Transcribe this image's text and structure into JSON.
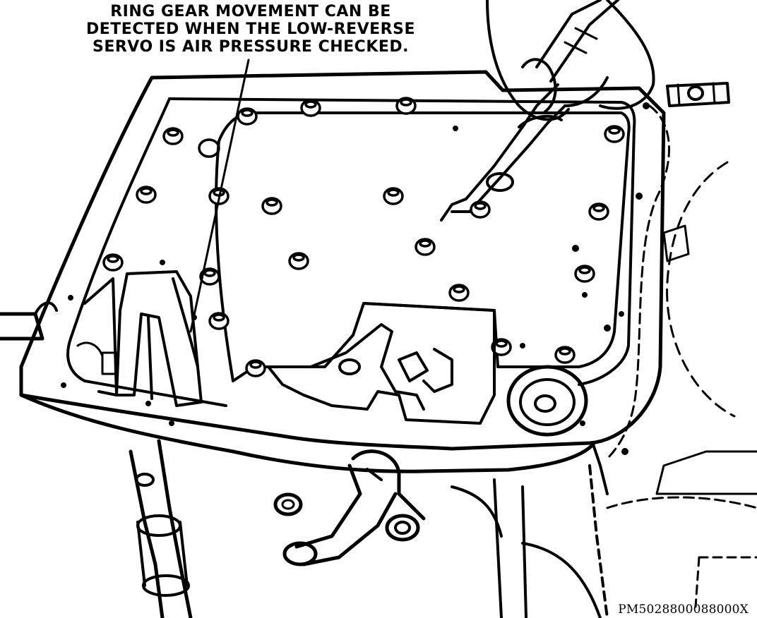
{
  "callout": {
    "line1": "RING GEAR MOVEMENT CAN BE",
    "line2": "DETECTED WHEN THE LOW-REVERSE",
    "line3": "SERVO IS AIR PRESSURE CHECKED."
  },
  "figure_code": "PM5028800088000X",
  "colors": {
    "ink": "#000000",
    "paper": "#ffffff"
  }
}
